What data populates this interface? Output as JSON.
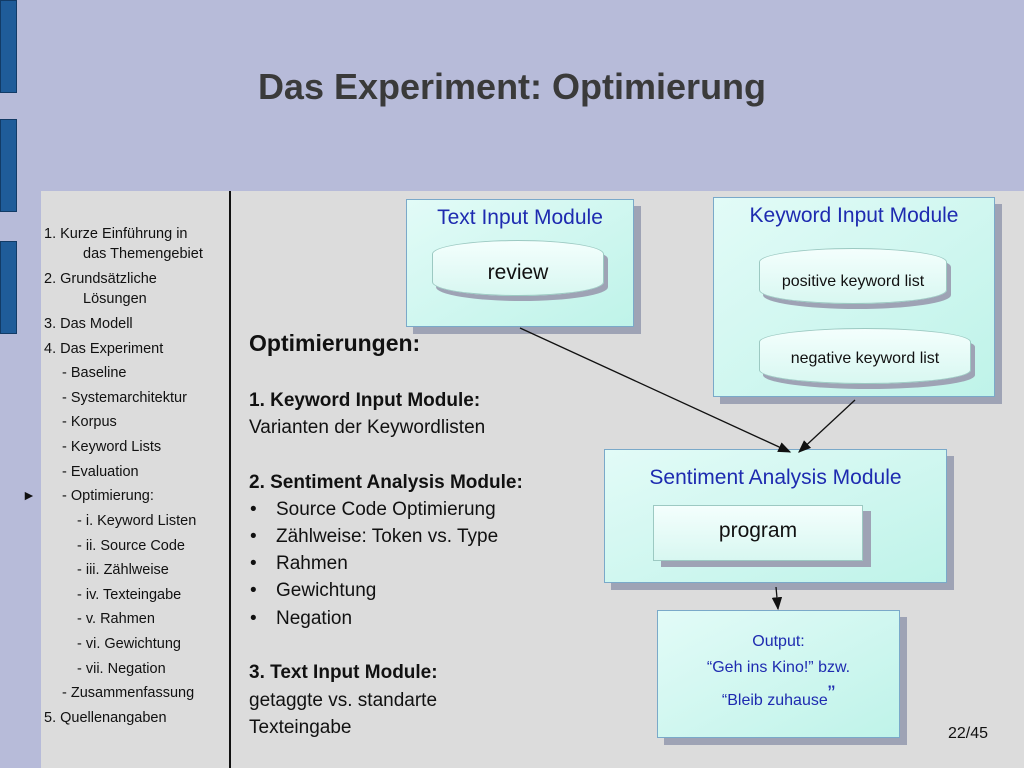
{
  "slide": {
    "title": "Das Experiment: Optimierung",
    "page_number": "22/45"
  },
  "nav": {
    "current_marker": "►",
    "items": [
      {
        "label": "1. Kurze Einführung in",
        "cont": "das Themengebiet"
      },
      {
        "label": "2. Grundsätzliche",
        "cont": "Lösungen"
      },
      {
        "label": "3. Das Modell"
      },
      {
        "label": "4. Das Experiment"
      },
      {
        "label": "- Baseline"
      },
      {
        "label": "- Systemarchitektur"
      },
      {
        "label": "- Korpus"
      },
      {
        "label": "- Keyword Lists"
      },
      {
        "label": "- Evaluation"
      },
      {
        "label": "- Optimierung:"
      },
      {
        "label": "- i. Keyword Listen"
      },
      {
        "label": "- ii. Source Code"
      },
      {
        "label": "- iii. Zählweise"
      },
      {
        "label": "- iv. Texteingabe"
      },
      {
        "label": "- v. Rahmen"
      },
      {
        "label": "- vi. Gewichtung"
      },
      {
        "label": "- vii. Negation"
      },
      {
        "label": "- Zusammenfassung"
      },
      {
        "label": "5. Quellenangaben"
      }
    ]
  },
  "content": {
    "heading": "Optimierungen:",
    "s1_title": "1.  Keyword Input Module:",
    "s1_text": "Varianten der Keywordlisten",
    "s2_title": "2. Sentiment Analysis Module:",
    "s2_bullets": [
      "Source Code Optimierung",
      "Zählweise: Token vs. Type",
      "Rahmen",
      "Gewichtung",
      "Negation"
    ],
    "bullet_char": "•",
    "s3_title": "3. Text Input Module:",
    "s3_line1": "getaggte vs. standarte",
    "s3_line2": "Texteingabe"
  },
  "diagram": {
    "text_input": {
      "title": "Text Input Module",
      "item": "review"
    },
    "keyword_input": {
      "title": "Keyword Input Module",
      "positive": "positive keyword list",
      "negative": "negative keyword list"
    },
    "sentiment": {
      "title": "Sentiment Analysis Module",
      "program": "program"
    },
    "output": {
      "line1": "Output:",
      "line2": "“Geh ins Kino!” bzw.",
      "line3": "“Bleib zuhause",
      "line3_quote": "”"
    }
  },
  "colors": {
    "background": "#b7bbd9",
    "panel": "#dcdcdc",
    "module_title": "#1e2bb0",
    "side_tab": "#1f5c99"
  }
}
